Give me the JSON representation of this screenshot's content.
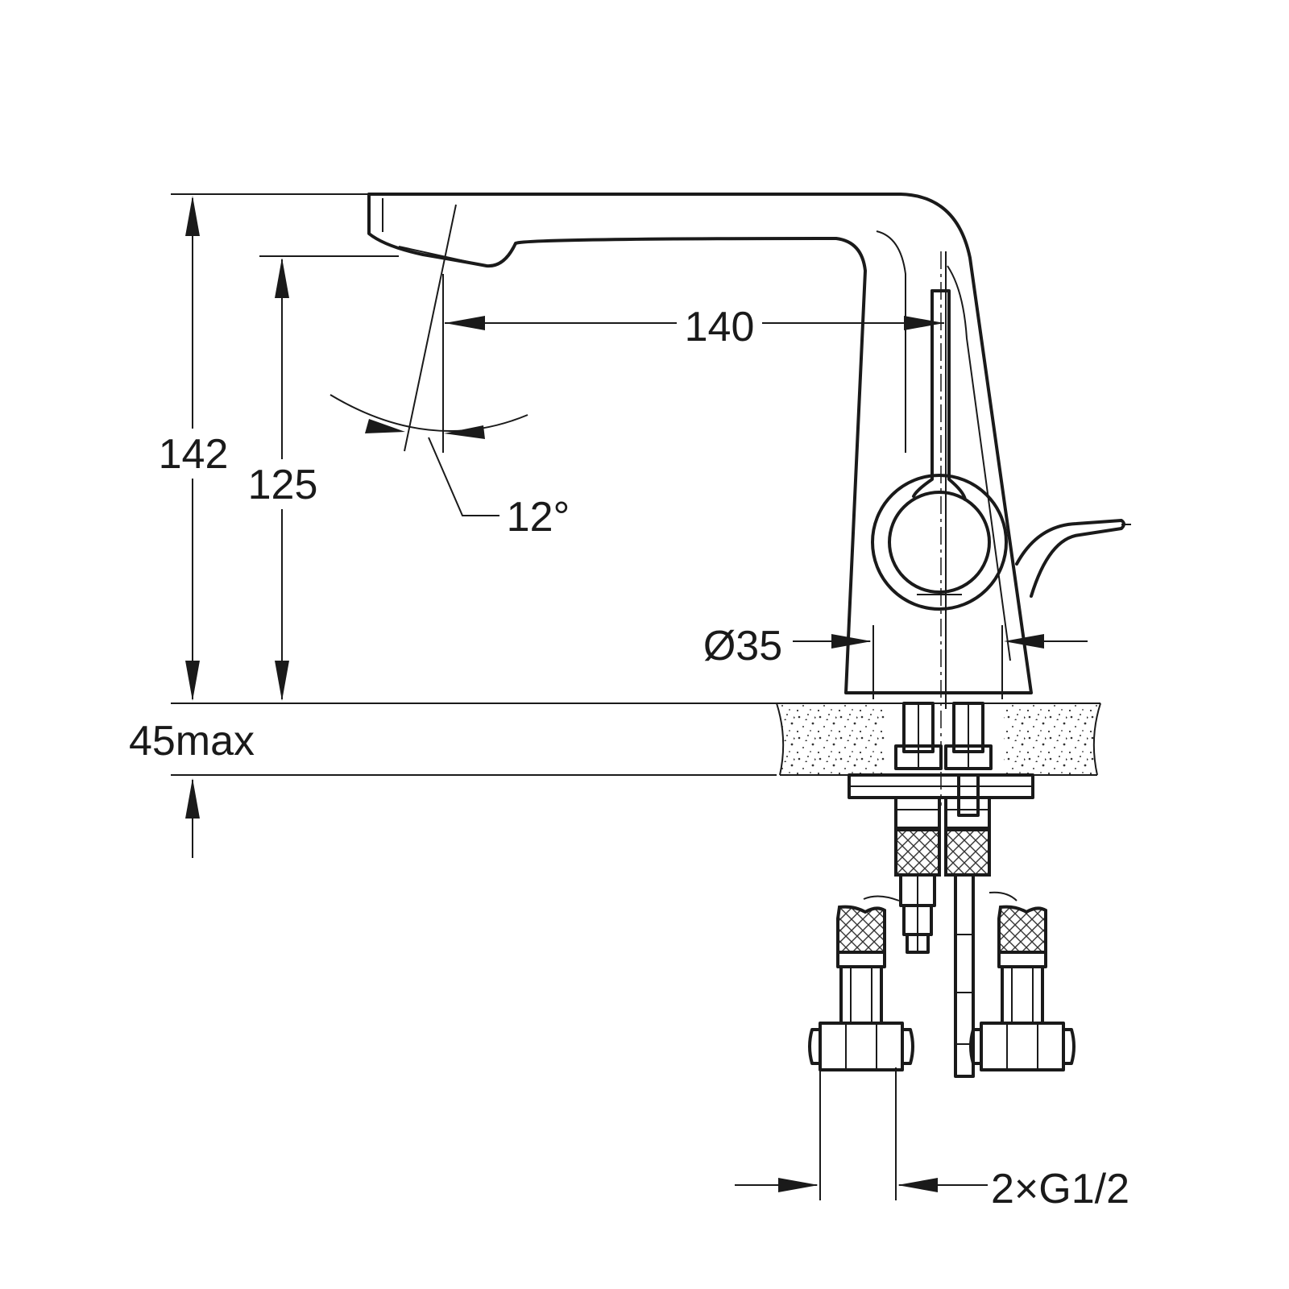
{
  "dimensions": {
    "total_height": "142",
    "spout_height": "125",
    "reach": "140",
    "spout_angle": "12°",
    "base_diameter": "Ø35",
    "deck_thickness": "45max",
    "connections": "2×G1/2"
  }
}
